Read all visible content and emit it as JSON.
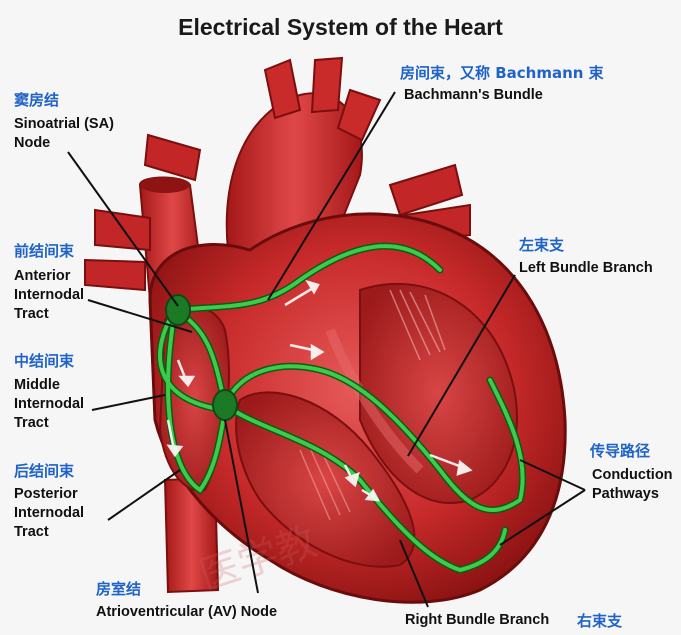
{
  "title": "Electrical System of the Heart",
  "watermark": "医学教",
  "labels": {
    "sa_node": {
      "zh": "窦房结",
      "en": "Sinoatrial (SA)\nNode"
    },
    "bachmann": {
      "zh": "房间束，又称 Bachmann 束",
      "en": "Bachmann's Bundle"
    },
    "anterior": {
      "zh": "前结间束",
      "en": "Anterior\nInternodal\nTract"
    },
    "middle": {
      "zh": "中结间束",
      "en": "Middle\nInternodal\nTract"
    },
    "posterior": {
      "zh": "后结间束",
      "en": "Posterior\nInternodal\nTract"
    },
    "left_bundle": {
      "zh": "左束支",
      "en": "Left Bundle Branch"
    },
    "conduction": {
      "zh": "传导路径",
      "en": "Conduction\nPathways"
    },
    "av_node": {
      "zh": "房室结",
      "en": "Atrioventricular (AV) Node"
    },
    "right_bundle": {
      "zh": "右束支",
      "en": "Right Bundle Branch"
    }
  },
  "colors": {
    "heart_dark": "#8e1414",
    "heart": "#c92a2a",
    "heart_light": "#e05050",
    "pathway": "#2dbd3a",
    "label_zh": "#1f63c8"
  }
}
